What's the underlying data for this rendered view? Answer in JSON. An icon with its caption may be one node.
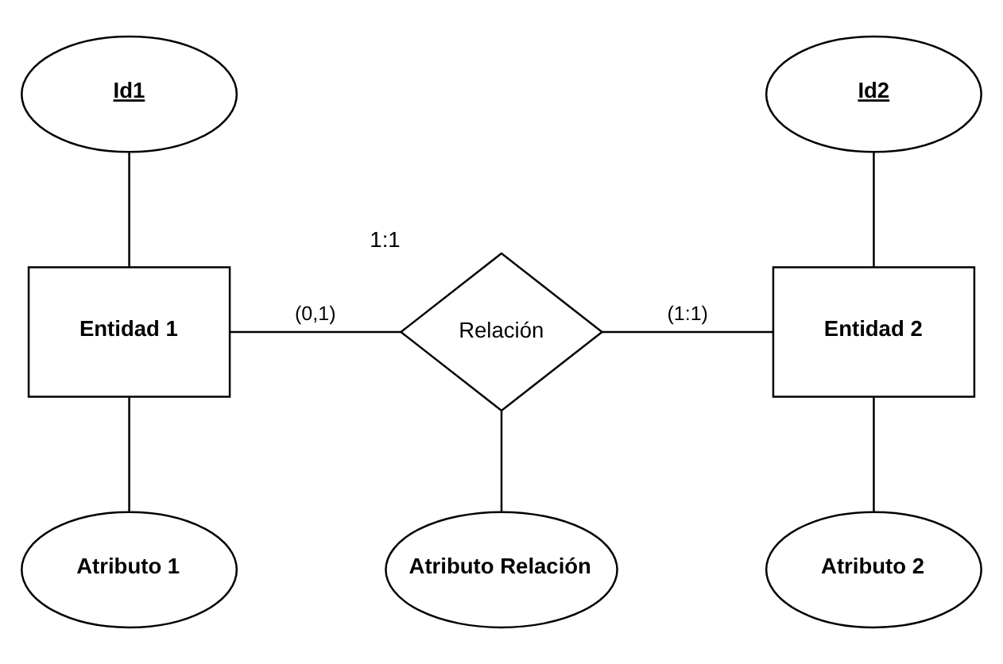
{
  "diagram": {
    "nodes": [
      {
        "text": [
          "Id1"
        ]
      },
      {
        "text": [
          "Entidad 1"
        ]
      },
      {
        "text": [
          "Atributo 1"
        ]
      },
      {
        "text": [
          "Relación"
        ],
        "beside": [
          "1:1"
        ]
      },
      {
        "text": [
          "Atributo Relación"
        ]
      },
      {
        "text": [
          "Id2"
        ]
      },
      {
        "text": [
          "Entidad 2"
        ]
      },
      {
        "text": [
          "Atributo 2"
        ]
      }
    ],
    "edges": [
      {
        "from": 0,
        "to": 1,
        "arrow": "none"
      },
      {
        "from": 1,
        "to": 2,
        "arrow": "none"
      },
      {
        "from": 1,
        "to": 3,
        "arrow": "none",
        "label": "(0,1)"
      },
      {
        "from": 3,
        "to": 6,
        "arrow": "none",
        "label": "(1:1)"
      },
      {
        "from": 3,
        "to": 4,
        "arrow": "none"
      },
      {
        "from": 5,
        "to": 6,
        "arrow": "none"
      },
      {
        "from": 6,
        "to": 7,
        "arrow": "none"
      }
    ]
  }
}
